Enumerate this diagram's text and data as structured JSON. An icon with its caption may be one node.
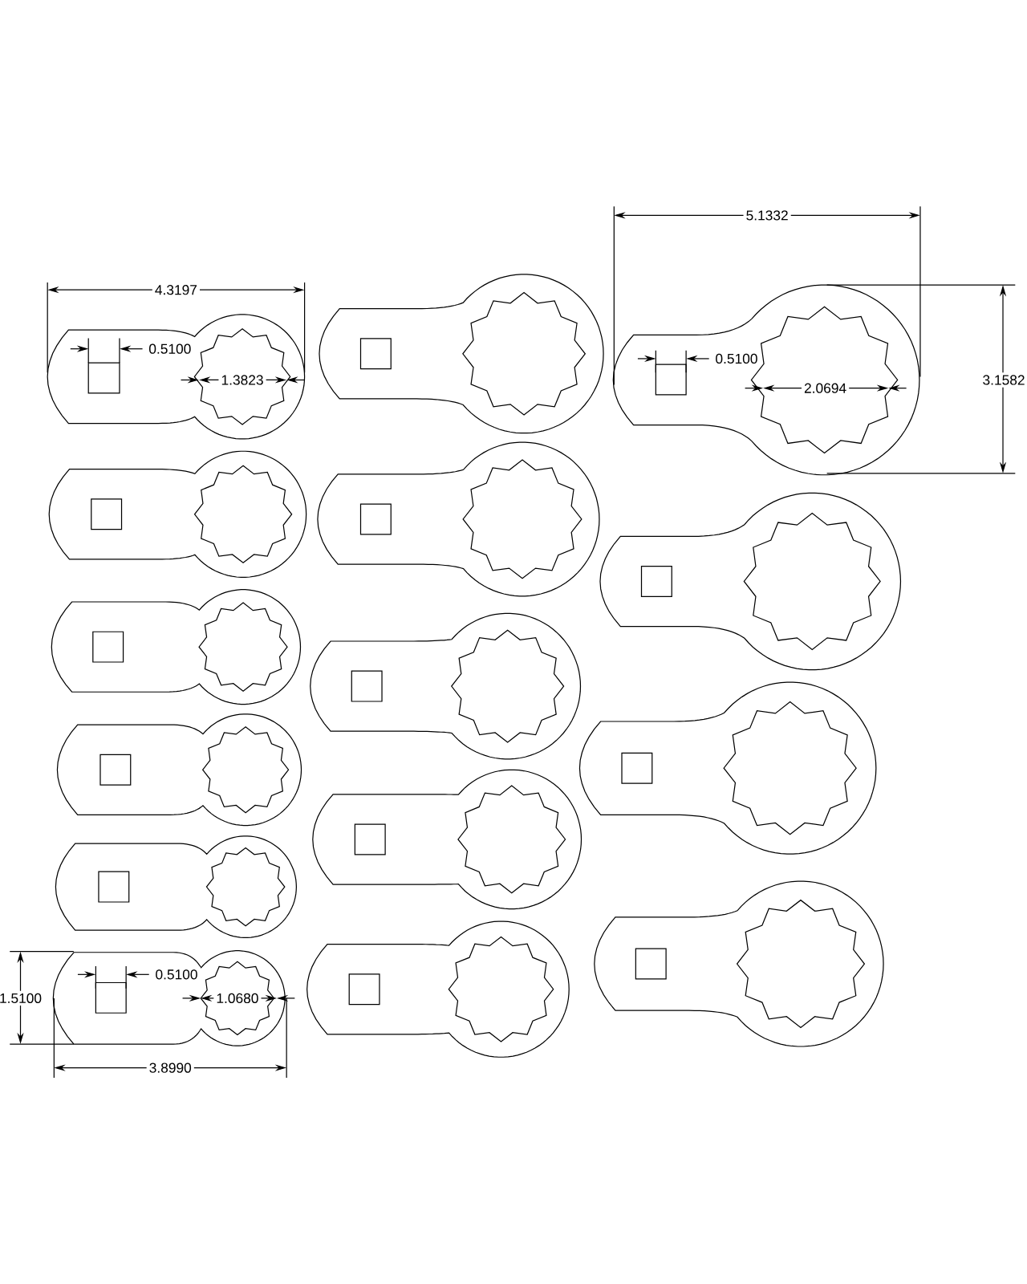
{
  "diagram": {
    "labels": [
      "5.1332",
      "4.3197",
      "0.5100",
      "1.3823",
      "0.5100",
      "2.0694",
      "3.1582",
      "0.5100",
      "1.0680",
      "1.5100",
      "3.8990"
    ]
  }
}
